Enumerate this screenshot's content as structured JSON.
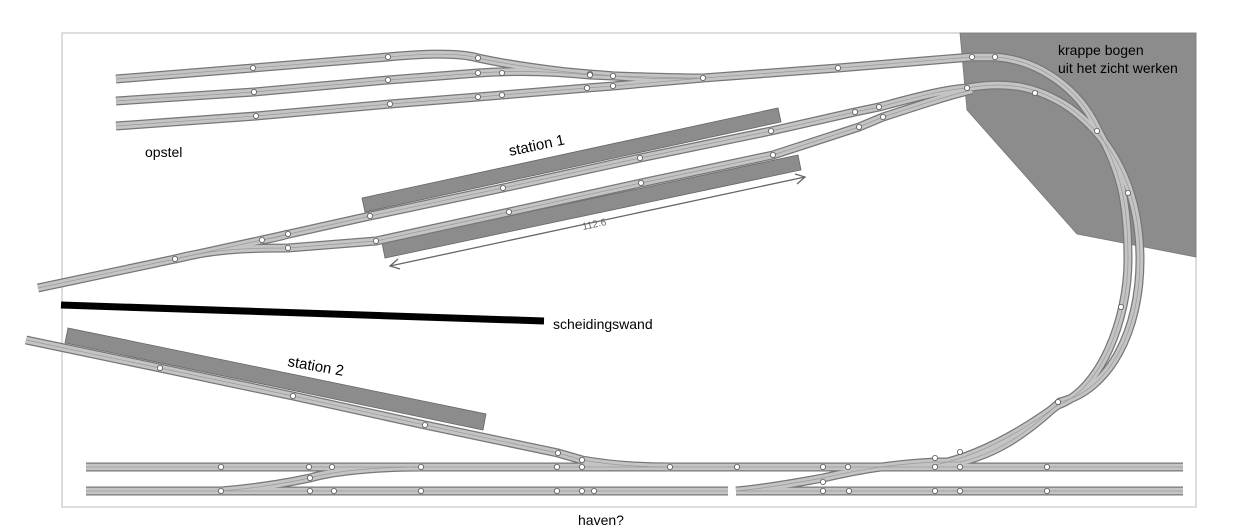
{
  "labels": {
    "opstel": "opstel",
    "station1": "station 1",
    "station2": "station 2",
    "wall": "scheidingswand",
    "hidden_line1": "krappe bogen",
    "hidden_line2": "uit het zicht werken",
    "harbour": "haven?",
    "dimension": "112.6"
  },
  "colors": {
    "track": "#c4c4c4",
    "platform": "#8c8c8c",
    "hidden_area": "#8c8c8c",
    "wall": "#000000"
  }
}
